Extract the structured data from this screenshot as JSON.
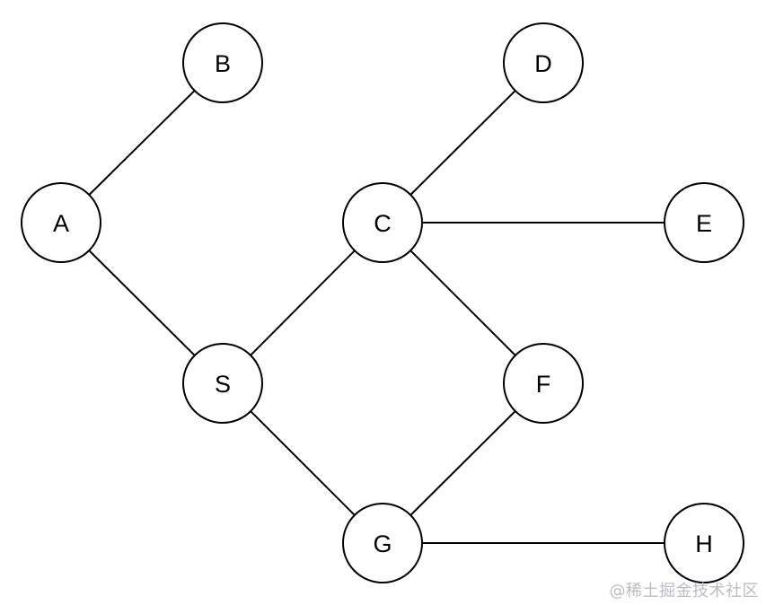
{
  "diagram": {
    "type": "undirected-graph",
    "colors": {
      "stroke": "#000000",
      "node_fill": "#ffffff",
      "text": "#000000",
      "watermark": "#b9bcc2"
    },
    "nodes": [
      {
        "id": "A",
        "label": "A"
      },
      {
        "id": "B",
        "label": "B"
      },
      {
        "id": "C",
        "label": "C"
      },
      {
        "id": "D",
        "label": "D"
      },
      {
        "id": "E",
        "label": "E"
      },
      {
        "id": "F",
        "label": "F"
      },
      {
        "id": "S",
        "label": "S"
      },
      {
        "id": "G",
        "label": "G"
      },
      {
        "id": "H",
        "label": "H"
      }
    ],
    "edges": [
      [
        "A",
        "B"
      ],
      [
        "A",
        "S"
      ],
      [
        "S",
        "C"
      ],
      [
        "S",
        "G"
      ],
      [
        "C",
        "D"
      ],
      [
        "C",
        "E"
      ],
      [
        "C",
        "F"
      ],
      [
        "F",
        "G"
      ],
      [
        "G",
        "H"
      ]
    ]
  },
  "watermark": {
    "text": "@稀土掘金技术社区"
  }
}
